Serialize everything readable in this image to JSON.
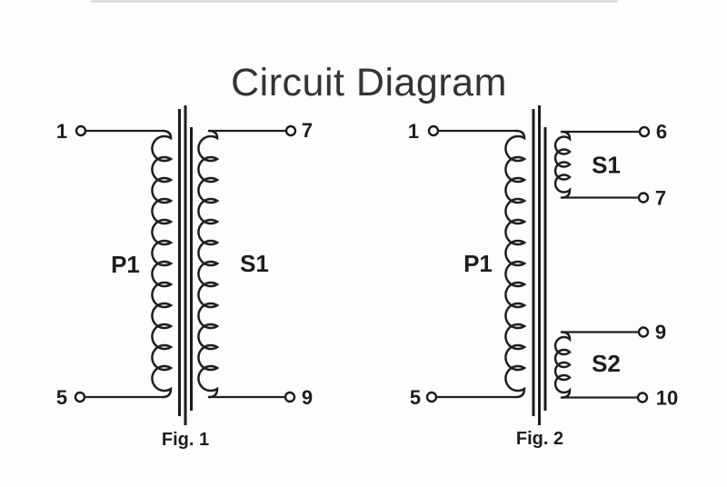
{
  "title": "Circuit Diagram",
  "colors": {
    "ink": "#1f1f1f",
    "background": "#fdfdfd",
    "title_text": "#333333"
  },
  "figures": [
    {
      "caption": "Fig. 1",
      "windings": {
        "primary": {
          "label": "P1"
        },
        "secondary1": {
          "label": "S1"
        }
      },
      "terminals": {
        "top_left": "1",
        "top_right": "7",
        "bottom_left": "5",
        "bottom_right": "9"
      }
    },
    {
      "caption": "Fig. 2",
      "windings": {
        "primary": {
          "label": "P1"
        },
        "secondary1": {
          "label": "S1"
        },
        "secondary2": {
          "label": "S2"
        }
      },
      "terminals": {
        "top_left": "1",
        "s1_top": "6",
        "s1_bottom": "7",
        "bottom_left": "5",
        "s2_top": "9",
        "s2_bottom": "10"
      }
    }
  ]
}
